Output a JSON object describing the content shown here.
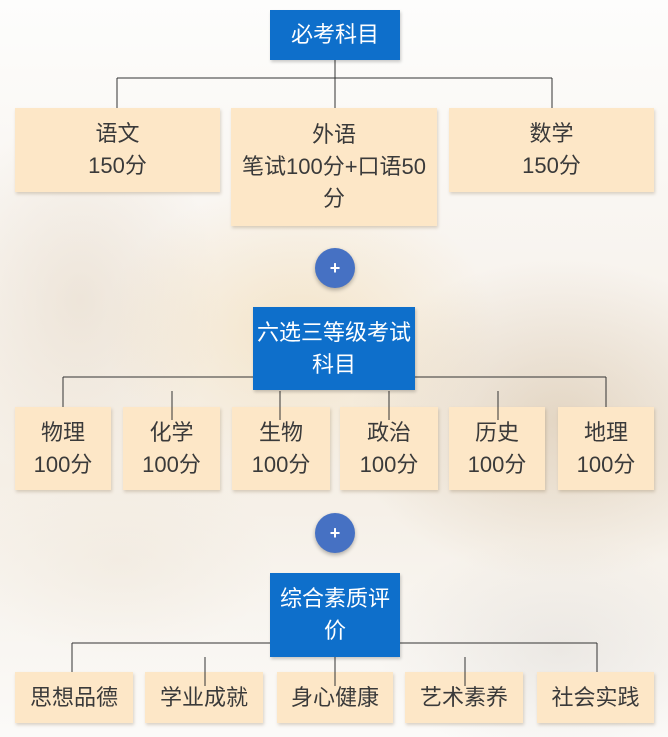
{
  "groups": [
    {
      "title": "必考科目",
      "subjects": [
        {
          "name": "语文",
          "score": "150分"
        },
        {
          "name": "外语",
          "score": "笔试100分+口语50分"
        },
        {
          "name": "数学",
          "score": "150分"
        }
      ]
    },
    {
      "title": "六选三等级考试科目",
      "subjects": [
        {
          "name": "物理",
          "score": "100分"
        },
        {
          "name": "化学",
          "score": "100分"
        },
        {
          "name": "生物",
          "score": "100分"
        },
        {
          "name": "政治",
          "score": "100分"
        },
        {
          "name": "历史",
          "score": "100分"
        },
        {
          "name": "地理",
          "score": "100分"
        }
      ]
    },
    {
      "title": "综合素质评价",
      "subjects": [
        {
          "name": "思想品德"
        },
        {
          "name": "学业成就"
        },
        {
          "name": "身心健康"
        },
        {
          "name": "艺术素养"
        },
        {
          "name": "社会实践"
        }
      ]
    }
  ],
  "connectors": [
    {
      "symbol": "+"
    },
    {
      "symbol": "+"
    }
  ],
  "colors": {
    "header_bg": "#0e6fcb",
    "subject_bg": "#fde7c7",
    "plus_bg": "#4671c3",
    "line": "#333333"
  }
}
